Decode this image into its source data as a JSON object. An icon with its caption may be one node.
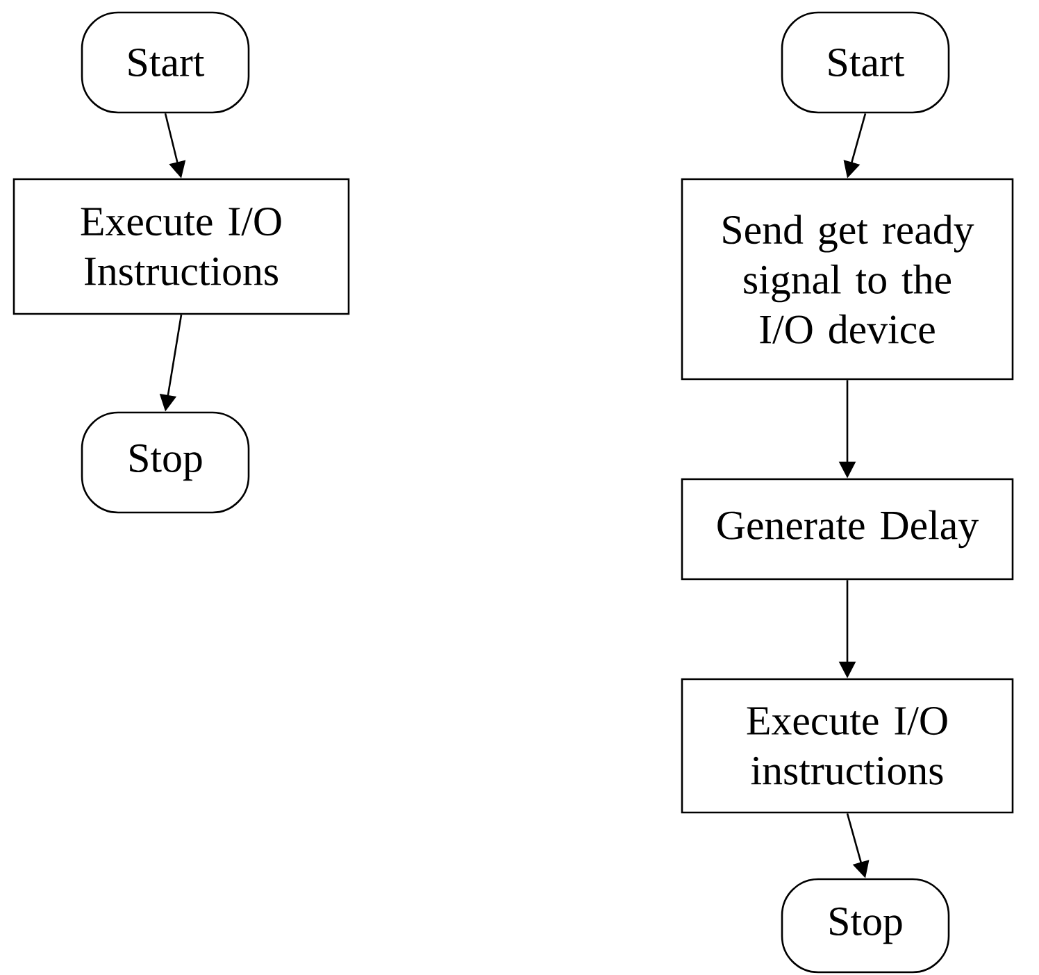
{
  "diagram": {
    "nodes": [
      {
        "text": [
          "Start"
        ]
      },
      {
        "text": [
          "Execute I/O Instructions"
        ]
      },
      {
        "text": [
          "Stop"
        ]
      },
      {
        "text": [
          "Start"
        ]
      },
      {
        "text": [
          "Send get ready signal to the I/O device"
        ]
      },
      {
        "text": [
          "Generate Delay"
        ]
      },
      {
        "text": [
          "Execute I/O instructions"
        ]
      },
      {
        "text": [
          "Stop"
        ]
      }
    ],
    "edges": [
      {
        "from": 0,
        "to": 1,
        "arrow": "to"
      },
      {
        "from": 1,
        "to": 2,
        "arrow": "to"
      },
      {
        "from": 3,
        "to": 4,
        "arrow": "to"
      },
      {
        "from": 4,
        "to": 5,
        "arrow": "to"
      },
      {
        "from": 5,
        "to": 6,
        "arrow": "to"
      },
      {
        "from": 6,
        "to": 7,
        "arrow": "to"
      }
    ]
  }
}
